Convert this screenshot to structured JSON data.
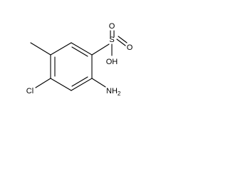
{
  "molecule": {
    "atoms": {
      "sulfur": "S",
      "oxygen_top": "O",
      "oxygen_right": "O",
      "hydroxyl": "OH",
      "chlorine": "Cl",
      "amino": "NH",
      "amino_subscript": "2"
    }
  }
}
